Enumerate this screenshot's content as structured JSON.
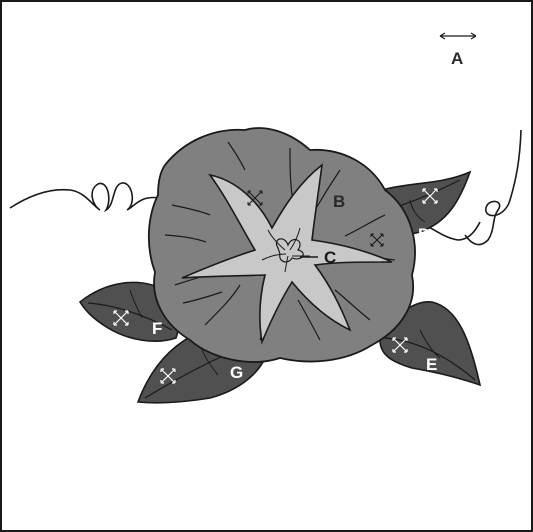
{
  "diagram": {
    "labels": {
      "A": "A",
      "B": "B",
      "C": "C",
      "D": "D",
      "E": "E",
      "F": "F",
      "G": "G"
    },
    "icons": {
      "direction_A": "horizontal-double-arrow-icon",
      "cross_arrows": "four-way-arrow-icon"
    },
    "colors": {
      "background": "#ffffff",
      "outline": "#1a1a1a",
      "flower_outer": "#808080",
      "star_inner": "#c8c8c8",
      "leaf": "#505050",
      "label_dark": "#2a2a2a",
      "label_light": "#ffffff"
    }
  }
}
